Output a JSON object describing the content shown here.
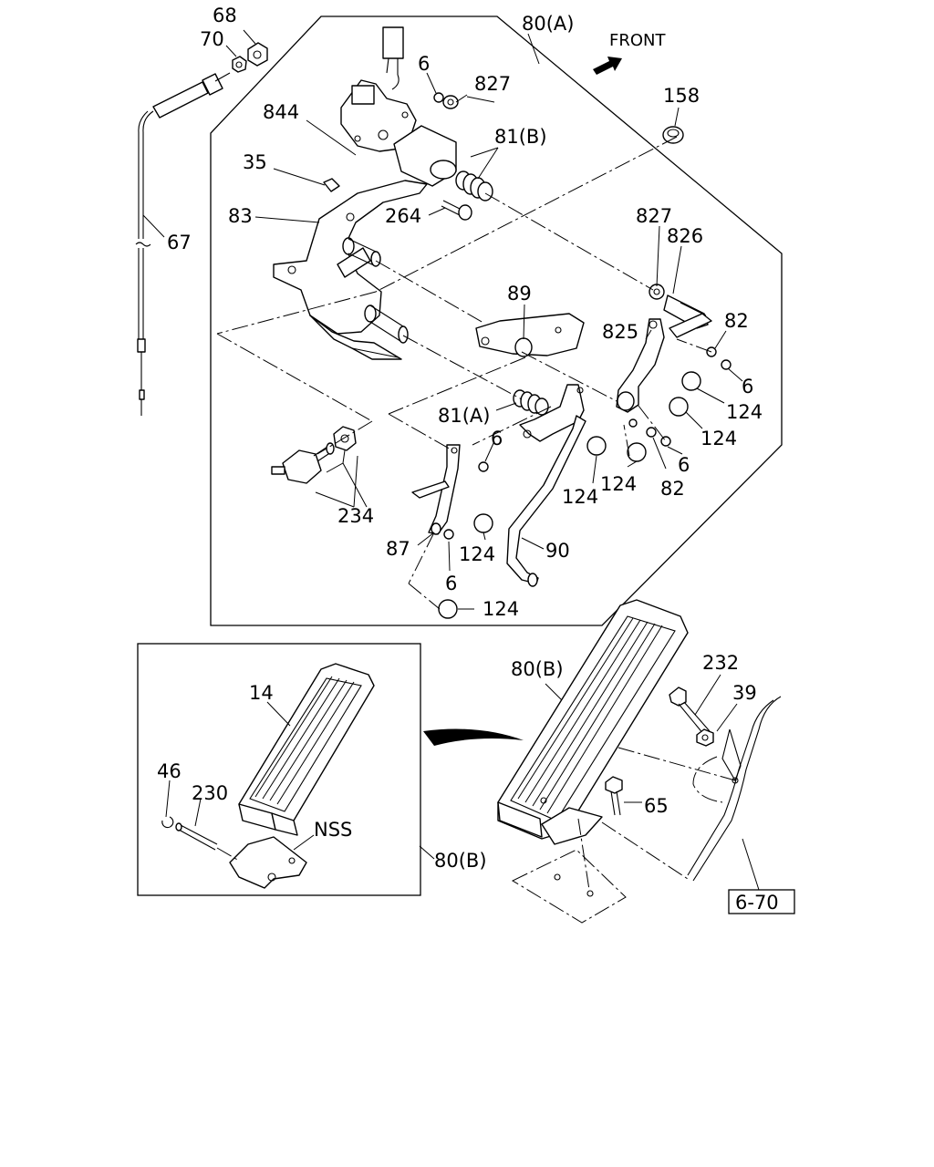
{
  "labels": {
    "p68": "68",
    "p70": "70",
    "p67": "67",
    "p80a": "80(A)",
    "front": "FRONT",
    "p6_top": "6",
    "p827_top": "827",
    "p158": "158",
    "p844": "844",
    "p81b": "81(B)",
    "p35": "35",
    "p264": "264",
    "p83": "83",
    "p827_r": "827",
    "p826": "826",
    "p89": "89",
    "p825": "825",
    "p82_r": "82",
    "p6_r": "6",
    "p124_r1": "124",
    "p124_r2": "124",
    "p81a": "81(A)",
    "p6_mid": "6",
    "p124_m1": "124",
    "p124_m2": "124",
    "p82_b": "82",
    "p6_b": "6",
    "p234": "234",
    "p124_l": "124",
    "p90": "90",
    "p87": "87",
    "p6_low": "6",
    "p124_bot": "124",
    "p14": "14",
    "p46": "46",
    "p230": "230",
    "nss": "NSS",
    "p80b_inset": "80(B)",
    "p80b": "80(B)",
    "p232": "232",
    "p39": "39",
    "p65": "65",
    "ref": "6-70"
  }
}
